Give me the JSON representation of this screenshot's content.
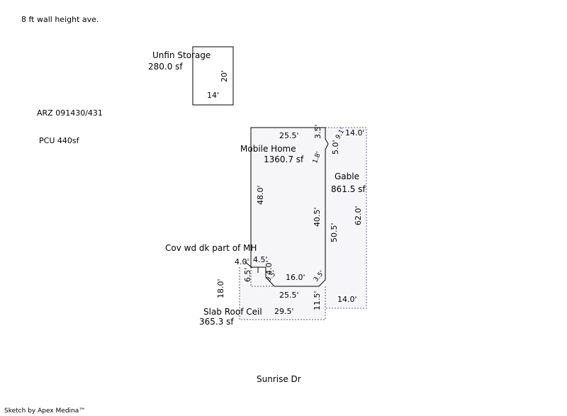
{
  "notes": {
    "wall_height": "8 ft wall height ave.",
    "permit": "ARZ 091430/431",
    "pcu": "PCU 440sf"
  },
  "storage": {
    "label": "Unfin Storage",
    "area": "280.0 sf",
    "dim_side": "20'",
    "dim_bottom": "14'"
  },
  "mobile_home": {
    "label": "Mobile Home",
    "area": "1360.7 sf",
    "dims": {
      "top": "25.5'",
      "top_right": "3.5'",
      "angle_small": "9.1'",
      "diag": "1.8'",
      "left": "48.0'",
      "right": "40.5'",
      "bottom_notch": "16.0'",
      "corner_a": "3.5'",
      "corner_b": "3.5'"
    }
  },
  "gable": {
    "label": "Gable",
    "area": "861.5 sf",
    "dim_top": "14.0'",
    "dim_side_top": "5.0'",
    "dim_right": "62.0'",
    "dim_left": "50.5'",
    "dim_bottom": "14.0'"
  },
  "deck": {
    "label": "Cov wd dk part of MH",
    "dim_a": "4.0'",
    "dim_b": "4.5'",
    "dim_c": "4.0'",
    "dim_d": "6.5'"
  },
  "slab": {
    "label": "Slab Roof Ceil",
    "area": "365.3 sf",
    "dim_left": "18.0'",
    "dim_top": "25.5'",
    "dim_bottom": "29.5'",
    "dim_right": "11.5'"
  },
  "street": "Sunrise Dr",
  "credit": "Sketch by Apex Medina™",
  "colors": {
    "line": "#000000",
    "dotted": "#555555",
    "gable_line": "#6a5fa8",
    "fill": "#f6f6f9"
  }
}
